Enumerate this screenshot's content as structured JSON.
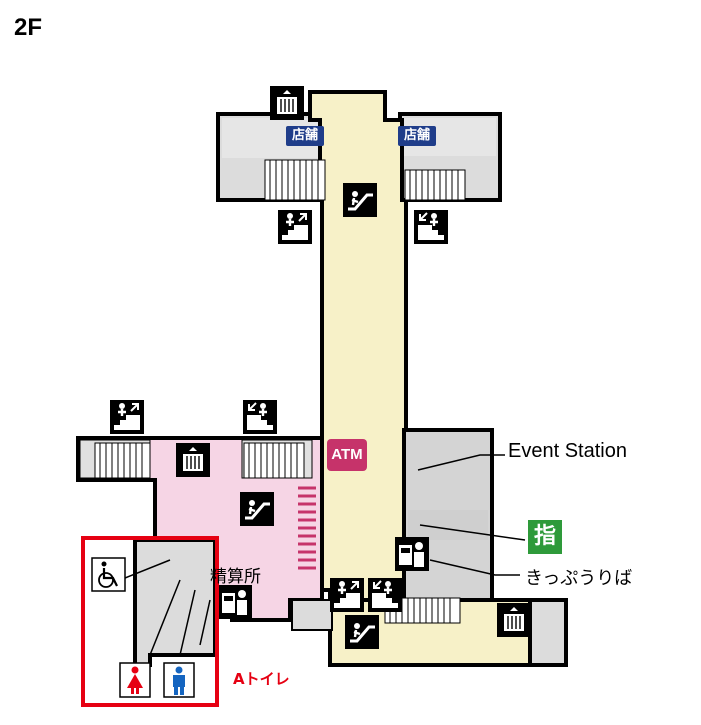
{
  "floor_label": "2F",
  "labels": {
    "shop": "店舗",
    "atm": "ATM",
    "event_station": "Event Station",
    "designated_seat": "指",
    "ticket_office": "きっぷうりば",
    "fare_adjustment": "精算所",
    "toilet_a": "Aトイレ"
  },
  "colors": {
    "concourse_yellow": "#f7f1c8",
    "paid_area_pink": "#f6d5e5",
    "building_gray": "#dcdcdc",
    "wall_black": "#000000",
    "atm_magenta": "#c6336a",
    "shop_badge_blue": "#1f3d8a",
    "designated_green": "#2e9a3a",
    "highlight_red": "#e60012",
    "toilet_female_red": "#e60012",
    "toilet_male_blue": "#1565c0"
  },
  "icons": [
    "elevator-icon",
    "escalator-icon",
    "stairs-up-icon",
    "stairs-down-icon",
    "wheelchair-icon",
    "female-toilet-icon",
    "male-toilet-icon",
    "ticket-machine-icon"
  ]
}
